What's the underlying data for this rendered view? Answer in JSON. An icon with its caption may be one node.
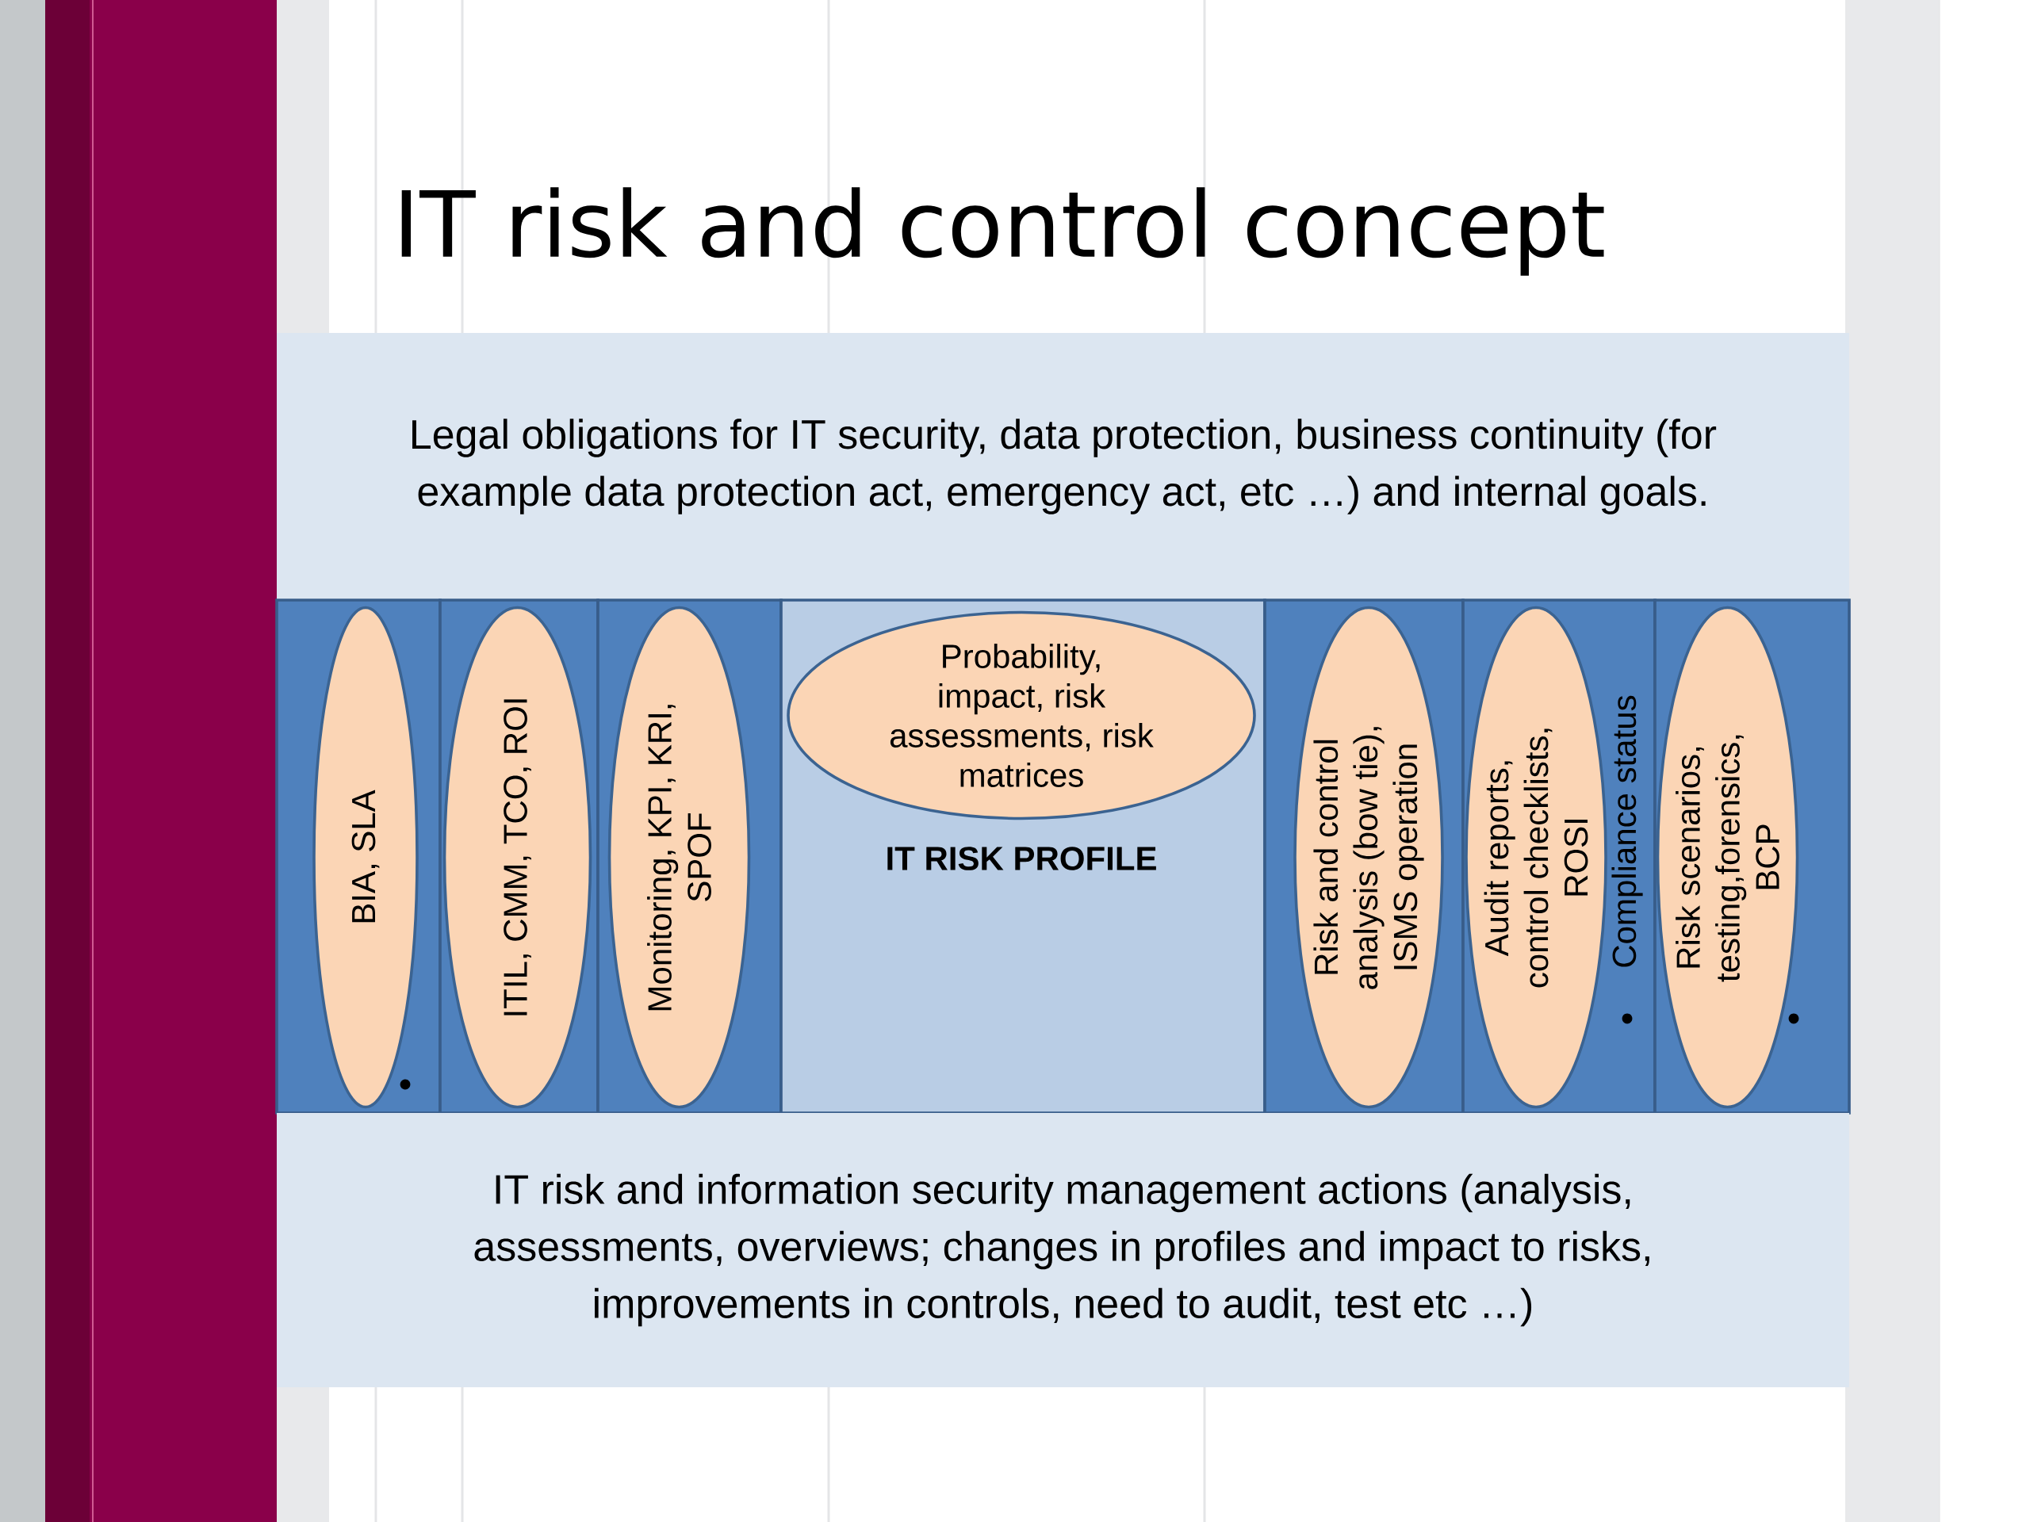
{
  "diagram": {
    "title": "IT risk and control concept",
    "nodes": [
      {
        "text": [
          "Legal obligations for IT security, data protection, business continuity (for example data protection act, emergency act, etc …) and internal goals."
        ]
      },
      {
        "text": [],
        "shape": "box"
      },
      {
        "text": [
          "BIA, SLA"
        ],
        "in": 1
      },
      {
        "text": [],
        "shape": "box"
      },
      {
        "text": [
          "ITIL, CMM, TCO, ROI"
        ],
        "in": 3
      },
      {
        "text": [],
        "shape": "box"
      },
      {
        "text": [
          "Monitoring, KPI, KRI, SPOF"
        ],
        "in": 5
      },
      {
        "text": [
          "IT RISK PROFILE"
        ]
      },
      {
        "text": [
          "Probability, impact, risk assessments, risk matrices"
        ],
        "in": 7
      },
      {
        "text": [],
        "shape": "box"
      },
      {
        "text": [
          "Risk and control analysis (bow tie), ISMS operation"
        ],
        "in": 9
      },
      {
        "text": [
          "Compliance status"
        ]
      },
      {
        "text": [
          "Audit reports, control checklists, ROSI"
        ],
        "in": 11
      },
      {
        "text": [],
        "shape": "box"
      },
      {
        "text": [
          "Risk scenarios, testing,forensics, BCP"
        ],
        "in": 13
      },
      {
        "text": [
          "IT risk and information security management actions (analysis, assessments, overviews; changes in profiles and impact to risks, improvements in controls, need to audit, test etc …)"
        ]
      }
    ]
  }
}
